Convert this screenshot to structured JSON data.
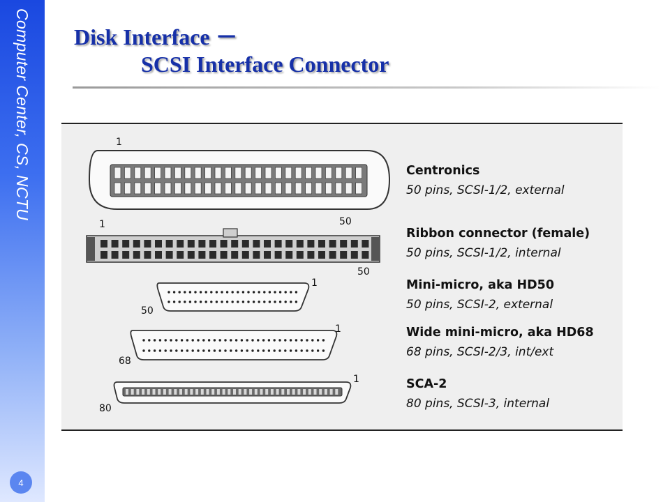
{
  "sidebar": {
    "text": "Computer Center, CS, NCTU"
  },
  "page_number": "4",
  "title": {
    "line1": "Disk Interface －",
    "line2": "SCSI Interface  Connector"
  },
  "connectors": [
    {
      "name": "Centronics",
      "desc": "50 pins, SCSI-1/2, external",
      "pin_labels": [
        "1"
      ]
    },
    {
      "name": "Ribbon connector (female)",
      "desc": "50 pins, SCSI-1/2, internal",
      "pin_labels": [
        "1",
        "50",
        "50"
      ]
    },
    {
      "name": "Mini-micro, aka HD50",
      "desc": "50 pins, SCSI-2, external",
      "pin_labels": [
        "1",
        "50"
      ]
    },
    {
      "name": "Wide mini-micro, aka HD68",
      "desc": "68 pins, SCSI-2/3, int/ext",
      "pin_labels": [
        "1",
        "68"
      ]
    },
    {
      "name": "SCA-2",
      "desc": "80 pins, SCSI-3, internal",
      "pin_labels": [
        "1",
        "80"
      ]
    }
  ]
}
